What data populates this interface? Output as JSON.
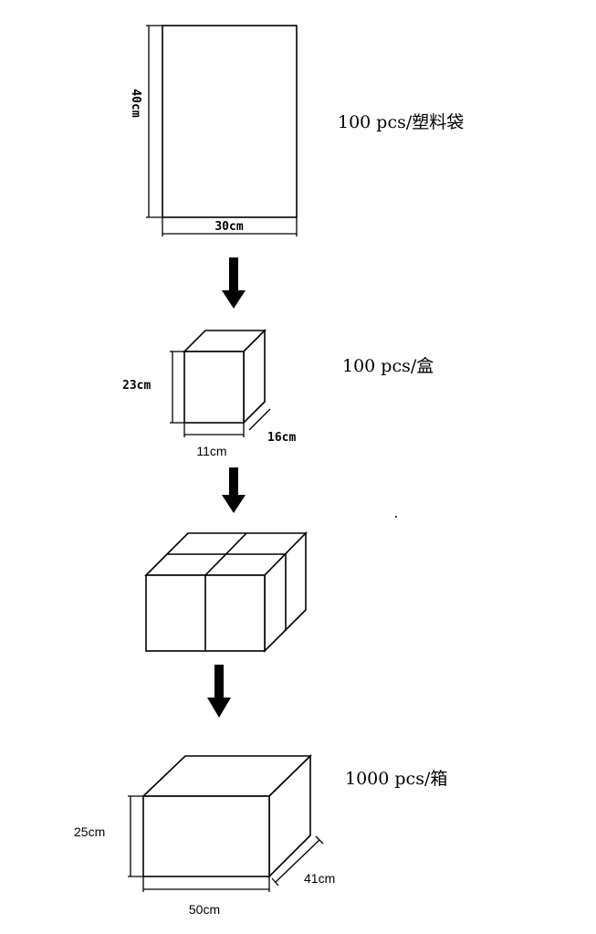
{
  "bag": {
    "height_label": "40cm",
    "width_label": "30cm",
    "note": "100 pcs/塑料袋"
  },
  "small_box": {
    "height_label": "23cm",
    "width_label": "11cm",
    "depth_label": "16cm",
    "note": "100 pcs/盒"
  },
  "carton": {
    "height_label": "25cm",
    "width_label": "50cm",
    "depth_label": "41cm",
    "note": "1000 pcs/箱"
  }
}
